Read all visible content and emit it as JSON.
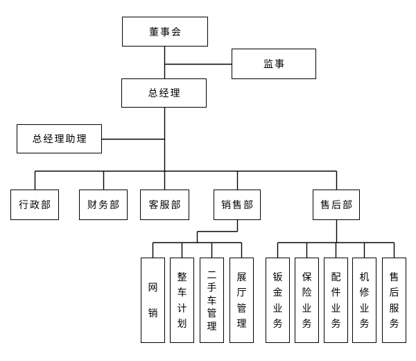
{
  "org_chart": {
    "colors": {
      "background": "#ffffff",
      "line": "#000000",
      "text": "#000000",
      "node_fill": "#ffffff"
    },
    "nodes": {
      "board": {
        "label": "董事会"
      },
      "supervisor": {
        "label": "监事"
      },
      "general_manager": {
        "label": "总经理"
      },
      "gm_assistant": {
        "label": "总经理助理"
      },
      "admin_dept": {
        "label": "行政部"
      },
      "finance_dept": {
        "label": "财务部"
      },
      "customer_service_dept": {
        "label": "客服部"
      },
      "sales_dept": {
        "label": "销售部"
      },
      "after_sales_dept": {
        "label": "售后部"
      }
    },
    "sales_children": [
      {
        "label": "网销"
      },
      {
        "label": "整车计划"
      },
      {
        "label": "二手车管理"
      },
      {
        "label": "展厅管理"
      }
    ],
    "after_sales_children": [
      {
        "label": "钣金业务"
      },
      {
        "label": "保险业务"
      },
      {
        "label": "配件业务"
      },
      {
        "label": "机修业务"
      },
      {
        "label": "售后服务"
      }
    ]
  }
}
